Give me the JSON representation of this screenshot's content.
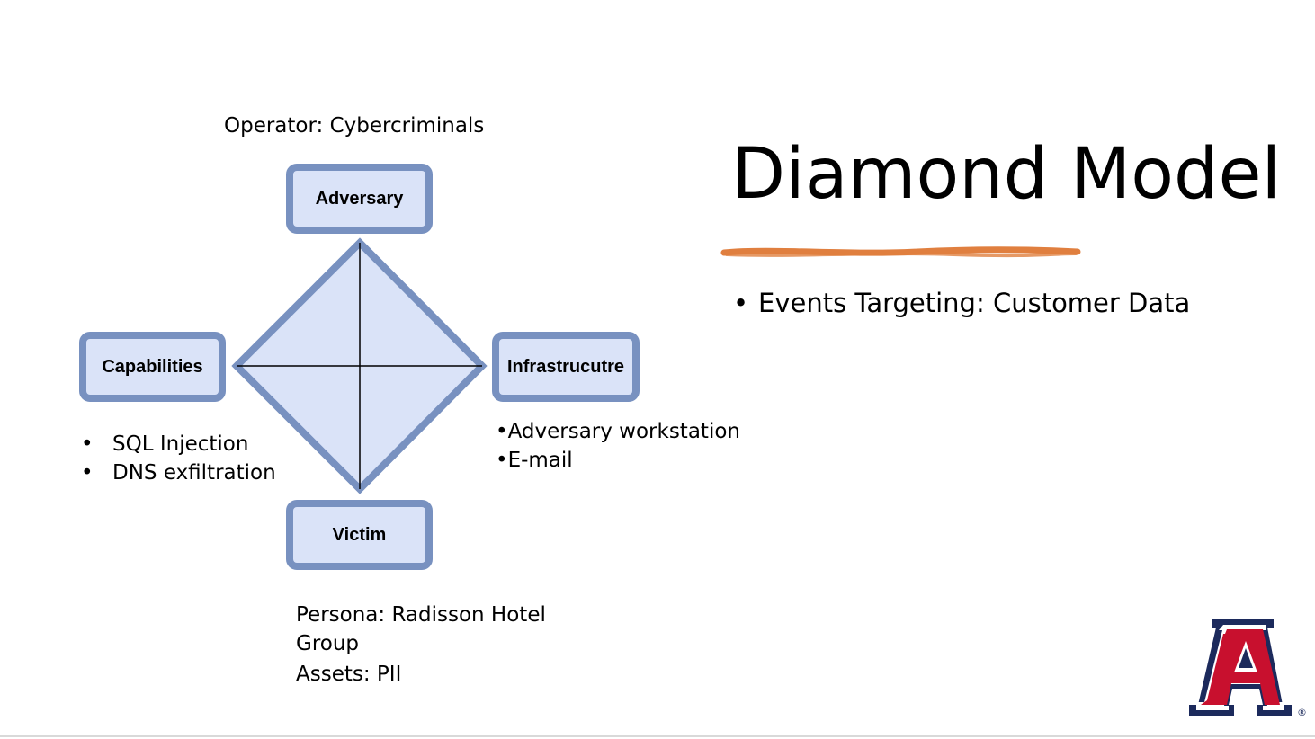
{
  "slide": {
    "title": "Diamond Model",
    "bullet": "Events Targeting: Customer Data",
    "bullet_char": "•"
  },
  "diagram": {
    "operator_label": "Operator: Cybercriminals",
    "nodes": {
      "adversary": "Adversary",
      "capabilities": "Capabilities",
      "infrastructure": "Infrastrucutre",
      "victim": "Victim"
    },
    "capabilities_items": [
      "SQL Injection",
      "DNS exfiltration"
    ],
    "infrastructure_items": [
      "•Adversary workstation",
      "•E-mail"
    ],
    "victim_lines": [
      "Persona: Radisson Hotel",
      "Group",
      "Assets: PII"
    ]
  },
  "colors": {
    "box_fill": "#dae3f8",
    "box_border": "#7891c0",
    "accent_underline": "#e07f3f",
    "logo_blue": "#1c2a5c",
    "logo_red": "#c8102e"
  },
  "logo": {
    "name": "university-of-arizona-a-logo",
    "registered": "®"
  }
}
